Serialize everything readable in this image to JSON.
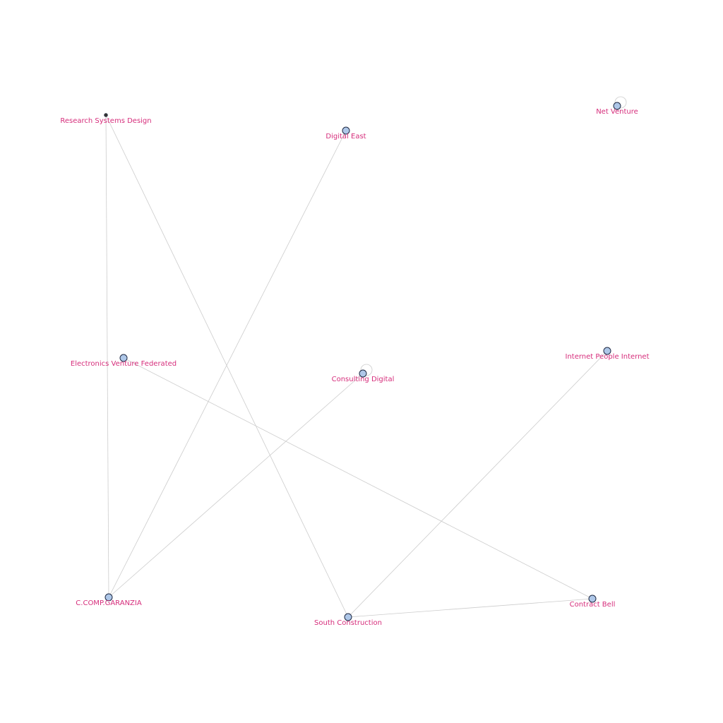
{
  "graph": {
    "nodes": [
      {
        "id": "research-systems-design",
        "label": "Research Systems Design",
        "small": true
      },
      {
        "id": "digital-east",
        "label": "Digital East"
      },
      {
        "id": "net-venture",
        "label": "Net Venture",
        "self_loop": true
      },
      {
        "id": "electronics-venture-federated",
        "label": "Electronics Venture Federated"
      },
      {
        "id": "consulting-digital",
        "label": "Consulting Digital",
        "self_loop": true
      },
      {
        "id": "internet-people-internet",
        "label": "Internet People Internet"
      },
      {
        "id": "c-comp-garanzia",
        "label": "C.COMP.GARANZIA"
      },
      {
        "id": "south-construction",
        "label": "South Construction"
      },
      {
        "id": "contract-bell",
        "label": "Contract Bell"
      }
    ],
    "edges": [
      [
        "research-systems-design",
        "c-comp-garanzia"
      ],
      [
        "research-systems-design",
        "south-construction"
      ],
      [
        "digital-east",
        "c-comp-garanzia"
      ],
      [
        "consulting-digital",
        "c-comp-garanzia"
      ],
      [
        "electronics-venture-federated",
        "contract-bell"
      ],
      [
        "internet-people-internet",
        "south-construction"
      ],
      [
        "south-construction",
        "contract-bell"
      ]
    ],
    "colors": {
      "node_fill": "#aec7e8",
      "node_stroke": "#1f2a44",
      "label": "#d62d7b",
      "edge": "#cccccc"
    }
  }
}
